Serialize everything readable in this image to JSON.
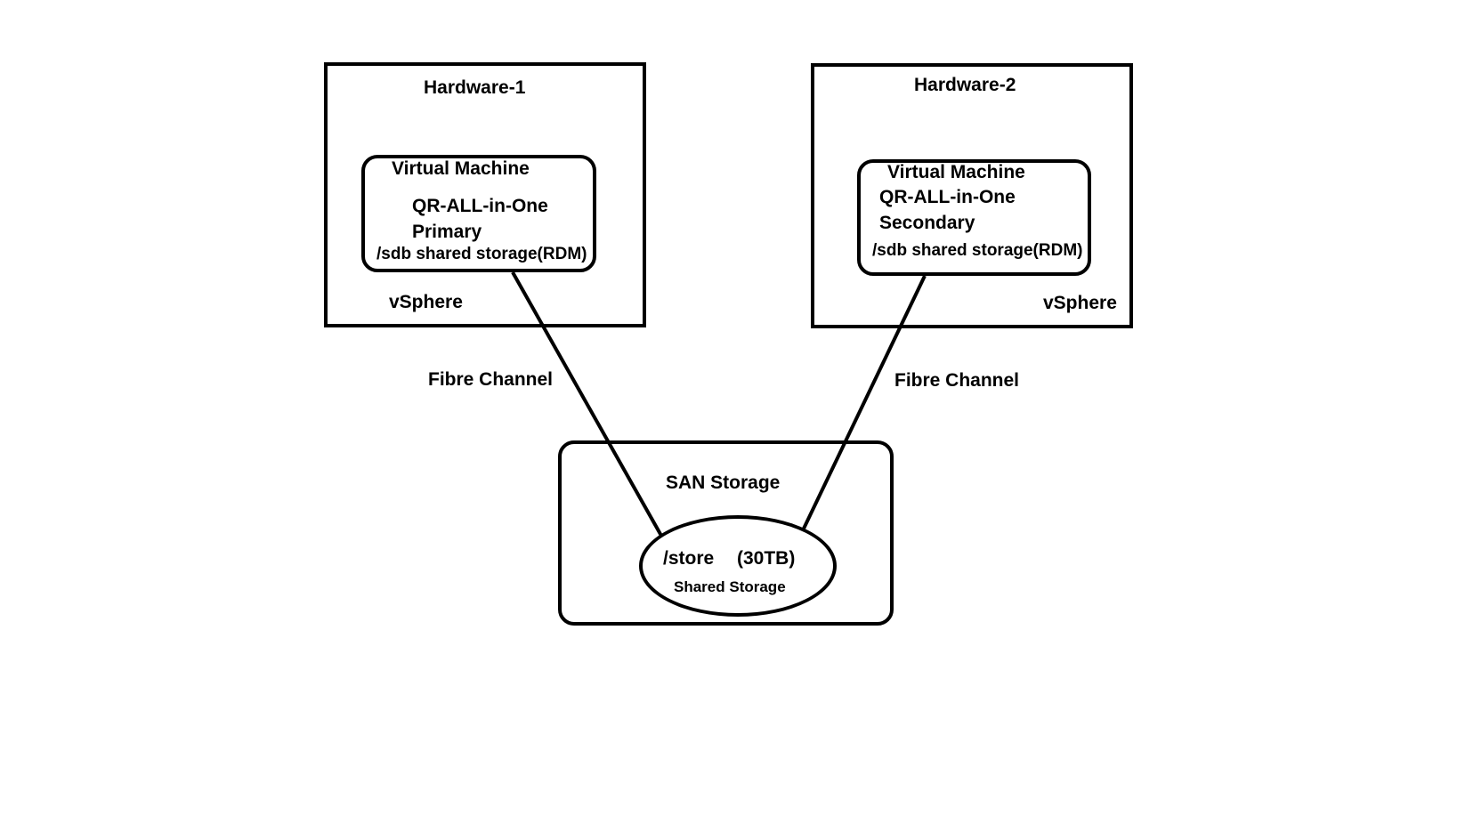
{
  "hardware1": {
    "title": "Hardware-1",
    "platform": "vSphere",
    "vm": {
      "heading": "Virtual Machine",
      "name": "QR-ALL-in-One",
      "role": "Primary",
      "storage": "/sdb shared storage(RDM)"
    }
  },
  "hardware2": {
    "title": "Hardware-2",
    "platform": "vSphere",
    "vm": {
      "heading": "Virtual Machine",
      "name": "QR-ALL-in-One",
      "role": "Secondary",
      "storage": "/sdb shared storage(RDM)"
    }
  },
  "links": {
    "left_label": "Fibre Channel",
    "right_label": "Fibre Channel"
  },
  "san": {
    "title": "SAN Storage",
    "store_path": "/store",
    "store_size": "(30TB)",
    "store_desc": "Shared Storage"
  },
  "colors": {
    "stroke": "#000000",
    "background": "#ffffff"
  }
}
